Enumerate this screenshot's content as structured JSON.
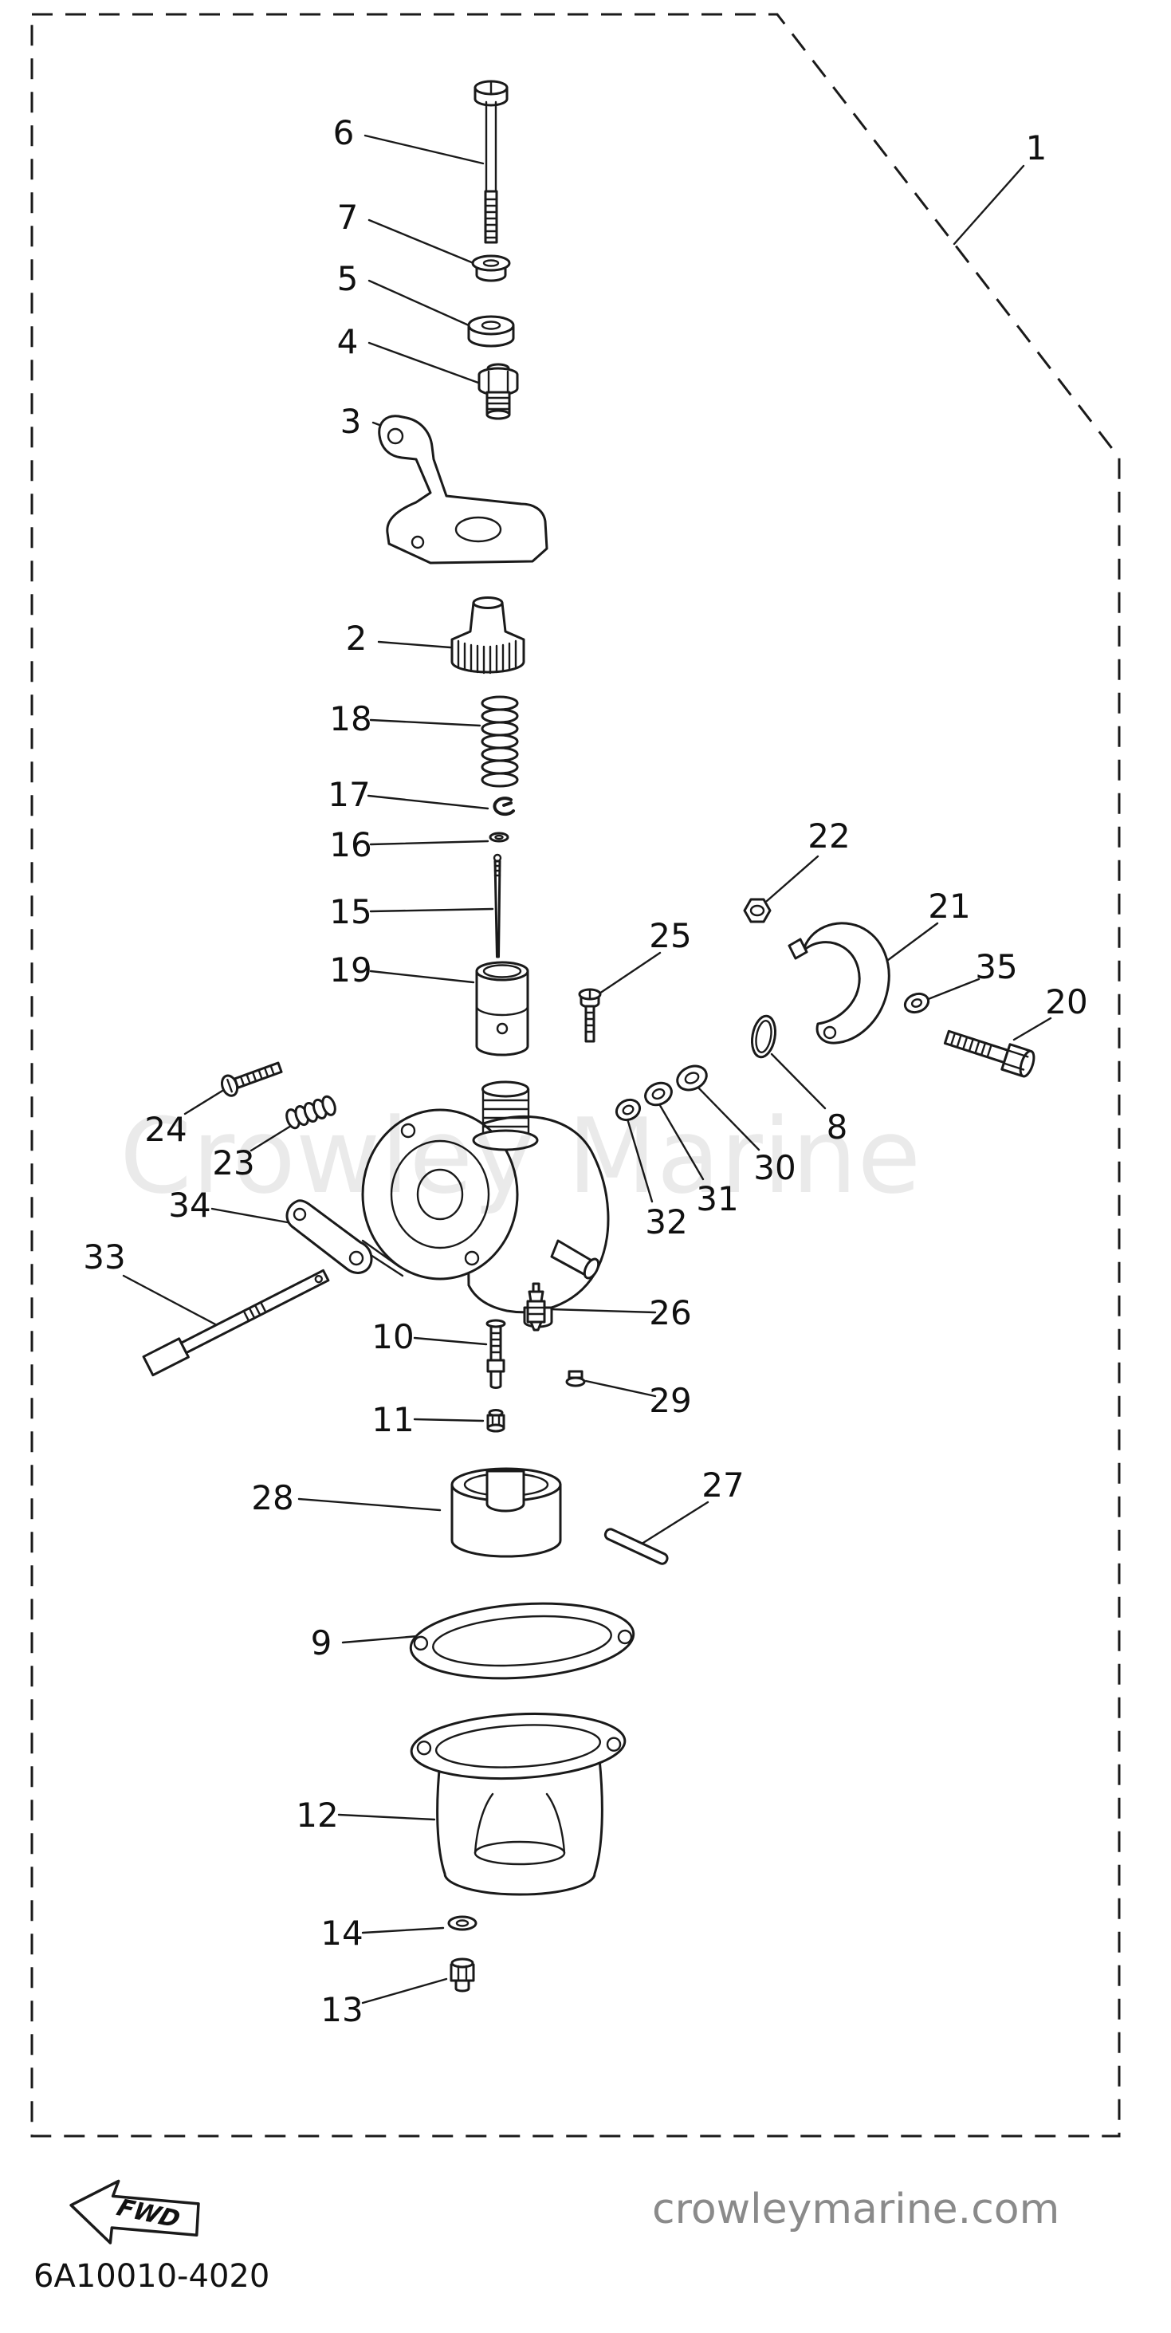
{
  "page": {
    "watermark": "Crowley Marine",
    "fwd_label": "FWD",
    "footer": {
      "part_code": "6A10010-4020",
      "website": "crowleymarine.com"
    },
    "colors": {
      "ink": "#1a1a1a",
      "background": "#ffffff",
      "website_gray": "#8a8a8a",
      "watermark_gray": "#e0e0e0"
    }
  },
  "callouts": [
    {
      "num": "1"
    },
    {
      "num": "2"
    },
    {
      "num": "3"
    },
    {
      "num": "4"
    },
    {
      "num": "5"
    },
    {
      "num": "6"
    },
    {
      "num": "7"
    },
    {
      "num": "8"
    },
    {
      "num": "9"
    },
    {
      "num": "10"
    },
    {
      "num": "11"
    },
    {
      "num": "12"
    },
    {
      "num": "13"
    },
    {
      "num": "14"
    },
    {
      "num": "15"
    },
    {
      "num": "16"
    },
    {
      "num": "17"
    },
    {
      "num": "18"
    },
    {
      "num": "19"
    },
    {
      "num": "20"
    },
    {
      "num": "21"
    },
    {
      "num": "22"
    },
    {
      "num": "23"
    },
    {
      "num": "24"
    },
    {
      "num": "25"
    },
    {
      "num": "26"
    },
    {
      "num": "27"
    },
    {
      "num": "28"
    },
    {
      "num": "29"
    },
    {
      "num": "30"
    },
    {
      "num": "31"
    },
    {
      "num": "32"
    },
    {
      "num": "33"
    },
    {
      "num": "34"
    },
    {
      "num": "35"
    }
  ]
}
